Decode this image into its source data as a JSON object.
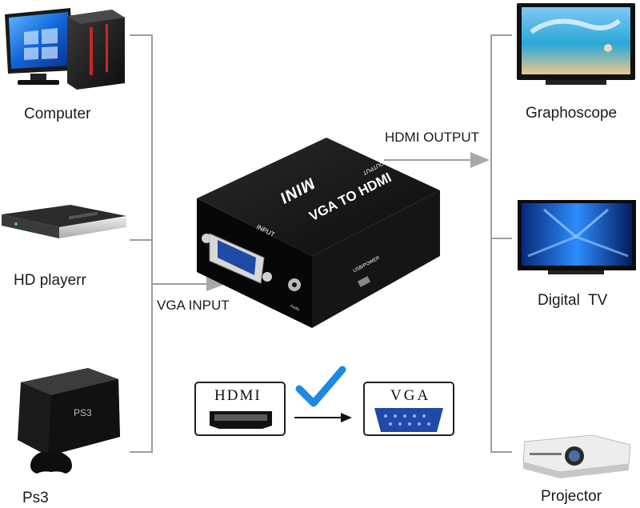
{
  "sources": [
    {
      "label": "Computer",
      "icon": "desktop-computer-icon"
    },
    {
      "label": "HD playerr",
      "icon": "hd-player-icon"
    },
    {
      "label": "Ps3",
      "icon": "game-console-icon"
    }
  ],
  "outputs": [
    {
      "label": "Graphoscope",
      "icon": "monitor-icon"
    },
    {
      "label": "Digital  TV",
      "icon": "tv-icon"
    },
    {
      "label": "Projector",
      "icon": "projector-icon"
    }
  ],
  "converter": {
    "brand": "MINI",
    "model": "VGA TO HDMI",
    "port_output": "OUTPUT",
    "port_input": "INPUT",
    "port_power": "USB/POWER",
    "port_audio": "Audio",
    "port_vga": "VGA"
  },
  "flow": {
    "input_label": "VGA INPUT",
    "output_label": "HDMI OUTPUT"
  },
  "legend": {
    "hdmi_label": "HDMI",
    "vga_label": "VGA",
    "check_color": "#1e88e5"
  },
  "colors": {
    "line": "#9e9e9e",
    "arrow": "#a8a8a8",
    "device_body": "#141414",
    "vga_blue": "#1f4aa8"
  }
}
